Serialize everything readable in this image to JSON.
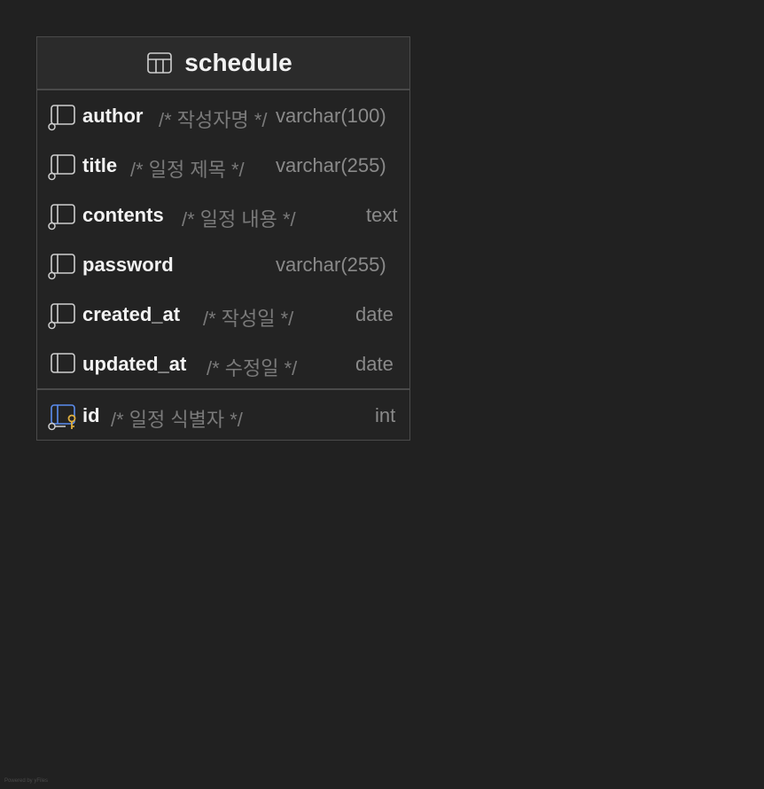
{
  "table": {
    "name": "schedule",
    "columns": [
      {
        "name": "author",
        "comment": "/* 작성자명 */",
        "type": "varchar(100)",
        "key": false
      },
      {
        "name": "title",
        "comment": "/* 일정 제목 */",
        "type": "varchar(255)",
        "key": false
      },
      {
        "name": "contents",
        "comment": "/* 일정 내용 */",
        "type": "text",
        "key": false
      },
      {
        "name": "password",
        "comment": "",
        "type": "varchar(255)",
        "key": false
      },
      {
        "name": "created_at",
        "comment": "/* 작성일 */",
        "type": "date",
        "key": false
      },
      {
        "name": "updated_at",
        "comment": "/* 수정일 */",
        "type": "date",
        "key": false
      }
    ],
    "primary_key": {
      "name": "id",
      "comment": "/* 일정 식별자 */",
      "type": "int",
      "key": true
    }
  },
  "watermark": "Powered by yFiles",
  "colors": {
    "background": "#212121",
    "node_border": "#4a4a4a",
    "name_text": "#f2f2f2",
    "comment_text": "#7a7a7a",
    "key_blue": "#5b8def",
    "key_gold": "#e0b040"
  }
}
